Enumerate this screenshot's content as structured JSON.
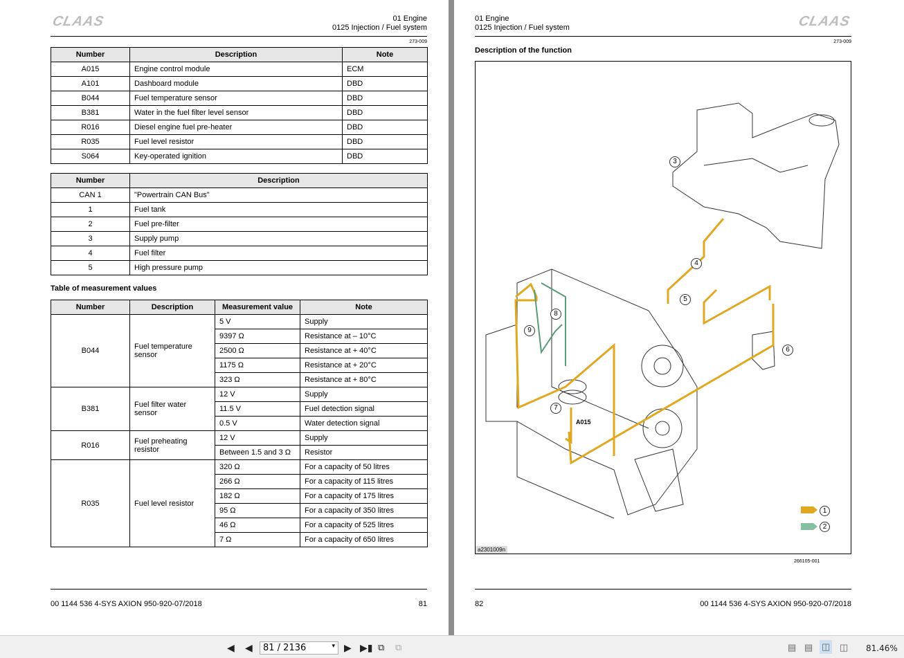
{
  "left_page": {
    "logo": "CLAAS",
    "header": {
      "chapter": "01 Engine",
      "section": "0125 Injection / Fuel system"
    },
    "ref": "273-009",
    "components_table": {
      "headers": [
        "Number",
        "Description",
        "Note"
      ],
      "rows": [
        [
          "A015",
          "Engine control module",
          "ECM"
        ],
        [
          "A101",
          "Dashboard module",
          "DBD"
        ],
        [
          "B044",
          "Fuel temperature sensor",
          "DBD"
        ],
        [
          "B381",
          "Water in the fuel filter level sensor",
          "DBD"
        ],
        [
          "R016",
          "Diesel engine fuel pre-heater",
          "DBD"
        ],
        [
          "R035",
          "Fuel level resistor",
          "DBD"
        ],
        [
          "S064",
          "Key-operated ignition",
          "DBD"
        ]
      ]
    },
    "legend_table": {
      "headers": [
        "Number",
        "Description"
      ],
      "rows": [
        [
          "CAN 1",
          "\"Powertrain CAN Bus\""
        ],
        [
          "1",
          "Fuel tank"
        ],
        [
          "2",
          "Fuel pre-filter"
        ],
        [
          "3",
          "Supply pump"
        ],
        [
          "4",
          "Fuel filter"
        ],
        [
          "5",
          "High pressure pump"
        ]
      ]
    },
    "measurement_title": "Table of measurement values",
    "measurement_table": {
      "headers": [
        "Number",
        "Description",
        "Measurement value",
        "Note"
      ],
      "groups": [
        {
          "number": "B044",
          "description": "Fuel temperature sensor",
          "rows": [
            [
              "5 V",
              "Supply"
            ],
            [
              "9397 Ω",
              "Resistance at – 10°C"
            ],
            [
              "2500 Ω",
              "Resistance at + 40°C"
            ],
            [
              "1175 Ω",
              "Resistance at + 20°C"
            ],
            [
              "323 Ω",
              "Resistance at + 80°C"
            ]
          ]
        },
        {
          "number": "B381",
          "description": "Fuel filter water sensor",
          "rows": [
            [
              "12 V",
              "Supply"
            ],
            [
              "11.5 V",
              "Fuel detection signal"
            ],
            [
              "0.5 V",
              "Water detection signal"
            ]
          ]
        },
        {
          "number": "R016",
          "description": "Fuel preheating resistor",
          "rows": [
            [
              "12 V",
              "Supply"
            ],
            [
              "Between 1.5 and 3 Ω",
              "Resistor"
            ]
          ]
        },
        {
          "number": "R035",
          "description": "Fuel level resistor",
          "rows": [
            [
              "320 Ω",
              "For a capacity of 50 litres"
            ],
            [
              "266 Ω",
              "For a capacity of 115 litres"
            ],
            [
              "182 Ω",
              "For a capacity of 175 litres"
            ],
            [
              "95 Ω",
              "For a capacity of 350 litres"
            ],
            [
              "46 Ω",
              "For a capacity of 525 litres"
            ],
            [
              "7 Ω",
              "For a capacity of 650 litres"
            ]
          ]
        }
      ]
    },
    "footer": {
      "doc": "00 1144 536 4-SYS AXION 950-920-07/2018",
      "page": "81"
    }
  },
  "right_page": {
    "logo": "CLAAS",
    "header": {
      "chapter": "01 Engine",
      "section": "0125 Injection / Fuel system"
    },
    "ref": "273-009",
    "title": "Description of the function",
    "figure": {
      "callouts": [
        "3",
        "4",
        "5",
        "6",
        "7",
        "8",
        "9"
      ],
      "module_label": "A015",
      "legend": [
        "1",
        "2"
      ],
      "image_code": "a2301009n",
      "figure_ref": "266105-001",
      "colors": {
        "fuel_line": "#e0a820",
        "can_line": "#5a9a78"
      }
    },
    "footer": {
      "page": "82",
      "doc": "00 1144 536 4-SYS AXION 950-920-07/2018"
    }
  },
  "toolbar": {
    "page_value": "81 / 2136",
    "zoom": "81.46%"
  }
}
